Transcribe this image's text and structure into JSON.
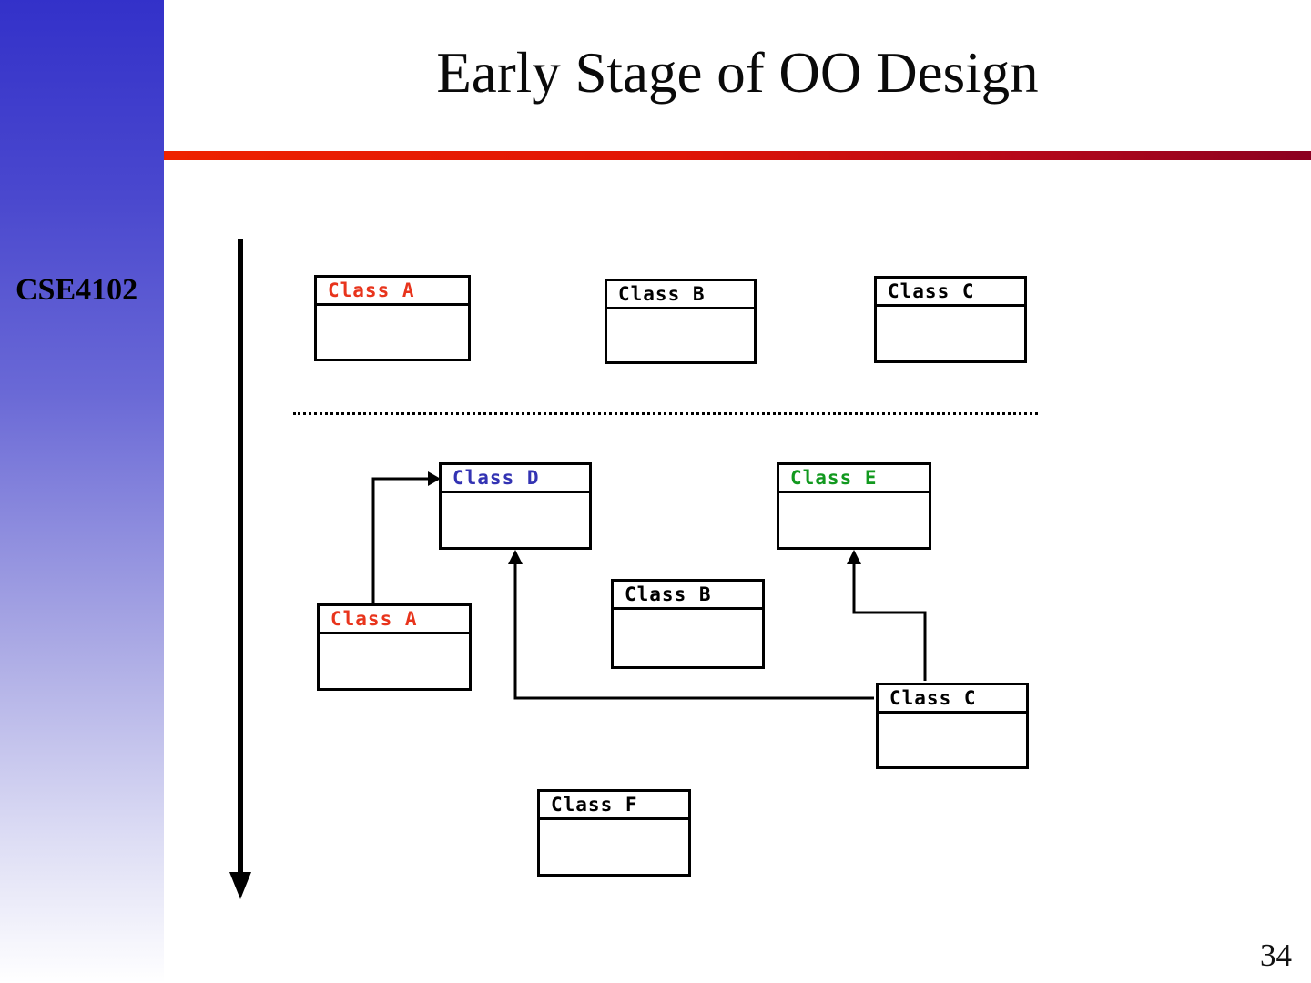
{
  "slide": {
    "title": "Early Stage of OO Design",
    "course_code": "CSE4102",
    "page_number": "34"
  },
  "colors": {
    "rule_gradient_left": "#ee2200",
    "rule_gradient_right": "#8b0020",
    "sidebar_gradient_top": "#3331c9",
    "sidebar_gradient_bottom": "#ffffff",
    "label_red": "#e8341c",
    "label_blue": "#3333b3",
    "label_green": "#12991f",
    "label_black": "#000000",
    "line_black": "#000000"
  },
  "boxes": {
    "top_a": {
      "label": "Class A",
      "color": "#e8341c"
    },
    "top_b": {
      "label": "Class B",
      "color": "#000000"
    },
    "top_c": {
      "label": "Class C",
      "color": "#000000"
    },
    "d": {
      "label": "Class D",
      "color": "#3333b3"
    },
    "e": {
      "label": "Class E",
      "color": "#12991f"
    },
    "bottom_a": {
      "label": "Class A",
      "color": "#e8341c"
    },
    "bottom_b": {
      "label": "Class B",
      "color": "#000000"
    },
    "bottom_c": {
      "label": "Class C",
      "color": "#000000"
    },
    "f": {
      "label": "Class F",
      "color": "#000000"
    }
  },
  "diagram": {
    "timeline": {
      "direction": "down",
      "description": "time axis arrow on left"
    },
    "connectors": [
      {
        "from": "bottom Class A (top)",
        "to": "Class D (left side)",
        "arrowhead_at": "Class D"
      },
      {
        "from": "bottom Class C (left side)",
        "to": "Class D (bottom)",
        "arrowhead_at": "Class D"
      },
      {
        "from": "bottom Class C (top)",
        "to": "Class E (bottom)",
        "arrowhead_at": "Class E"
      }
    ]
  }
}
